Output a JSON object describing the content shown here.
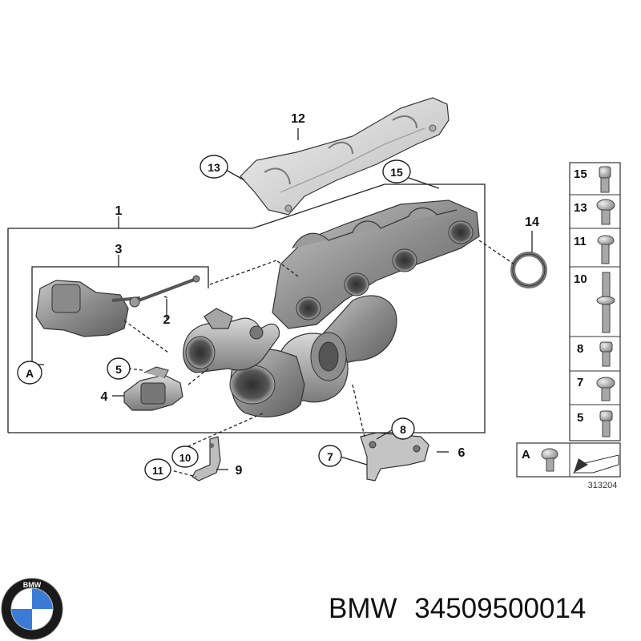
{
  "diagram": {
    "callouts": {
      "c1": "1",
      "c2": "2",
      "c3": "3",
      "c4": "4",
      "c5": "5",
      "c6": "6",
      "c7": "7",
      "c8": "8",
      "c9": "9",
      "c10": "10",
      "c11": "11",
      "c12": "12",
      "c13": "13",
      "c14": "14",
      "c15": "15",
      "cA": "A"
    },
    "legend": {
      "items": [
        "15",
        "13",
        "11",
        "10",
        "8",
        "7",
        "5"
      ],
      "a_label": "A",
      "figure_number": "313204"
    }
  },
  "footer": {
    "brand": "BMW",
    "part_number": "34509500014",
    "logo_text": "BMW"
  },
  "colors": {
    "metal_dark": "#6f6f6f",
    "metal_mid": "#9a9a9a",
    "metal_light": "#cfcfcf",
    "shield": "#dcdcdc",
    "bmw_blue": "#3a7bd5"
  }
}
